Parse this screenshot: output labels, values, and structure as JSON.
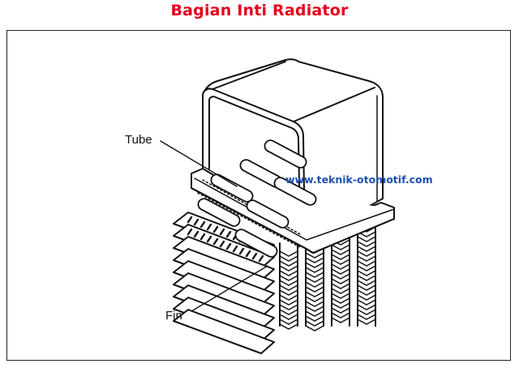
{
  "title": "Bagian Inti Radiator",
  "labels": {
    "tube": "Tube",
    "fin": "Fin"
  },
  "watermark": "www.teknik-otomotif.com",
  "colors": {
    "title": "#e3001b",
    "watermark": "#1f4fb4",
    "line": "#111111"
  }
}
